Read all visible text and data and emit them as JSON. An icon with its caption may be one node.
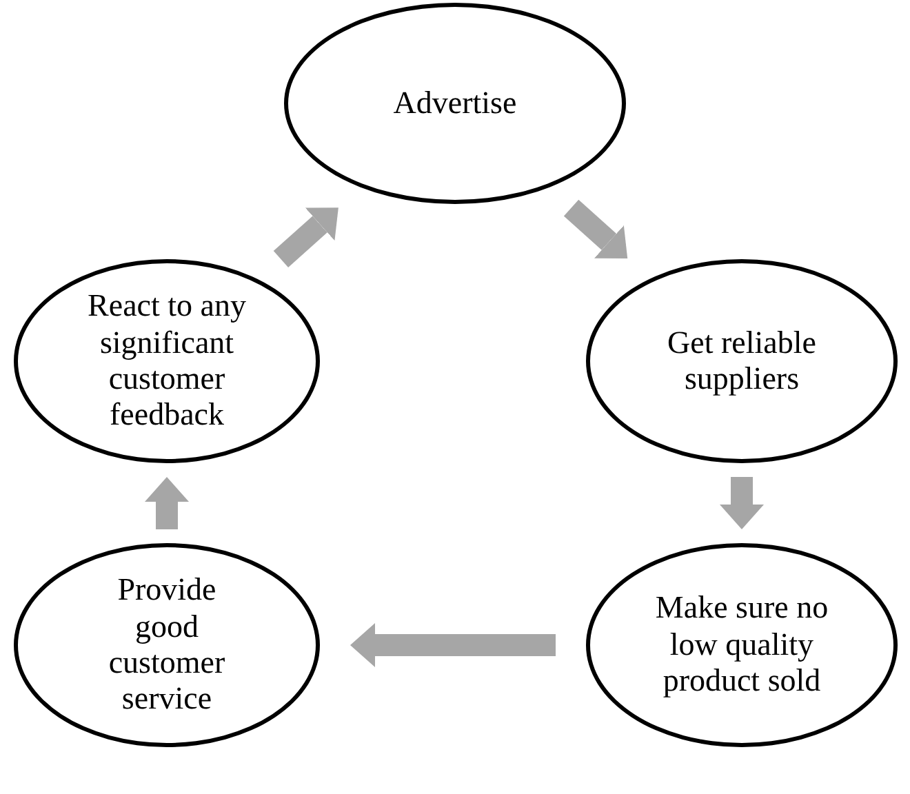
{
  "diagram": {
    "nodes": [
      {
        "text": [
          "Advertise"
        ]
      },
      {
        "text": [
          "Get reliable suppliers"
        ]
      },
      {
        "text": [
          "Make sure no low quality product sold"
        ]
      },
      {
        "text": [
          "Provide good customer service"
        ]
      },
      {
        "text": [
          "React to any significant customer feedback"
        ]
      }
    ],
    "edges": [
      {
        "from": 0,
        "to": 1,
        "arrow": "to"
      },
      {
        "from": 1,
        "to": 2,
        "arrow": "to"
      },
      {
        "from": 2,
        "to": 3,
        "arrow": "to"
      },
      {
        "from": 3,
        "to": 4,
        "arrow": "to"
      },
      {
        "from": 4,
        "to": 0,
        "arrow": "to"
      }
    ]
  }
}
